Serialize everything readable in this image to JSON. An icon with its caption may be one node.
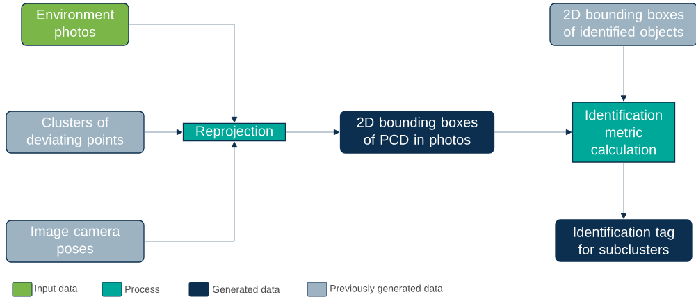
{
  "diagram": {
    "nodes": [
      {
        "text": [
          "Environment photos"
        ]
      },
      {
        "text": [
          "Clusters of deviating points"
        ]
      },
      {
        "text": [
          "Image camera poses"
        ]
      },
      {
        "text": [
          "Reprojection"
        ]
      },
      {
        "text": [
          "2D bounding boxes of PCD in photos"
        ]
      },
      {
        "text": [
          "2D bounding boxes of identified objects"
        ]
      },
      {
        "text": [
          "Identification metric calculation"
        ]
      },
      {
        "text": [
          "Identification tag for subclusters"
        ]
      }
    ],
    "edges": [
      {
        "from": 0,
        "to": 3,
        "arrow": "to"
      },
      {
        "from": 1,
        "to": 3,
        "arrow": "to"
      },
      {
        "from": 2,
        "to": 3,
        "arrow": "to"
      },
      {
        "from": 3,
        "to": 4,
        "arrow": "to"
      },
      {
        "from": 4,
        "to": 6,
        "arrow": "to"
      },
      {
        "from": 5,
        "to": 6,
        "arrow": "to"
      },
      {
        "from": 6,
        "to": 7,
        "arrow": "to"
      }
    ],
    "legend": [
      {
        "text": "Input data",
        "color": "#7ab648"
      },
      {
        "text": "Process",
        "color": "#00a89a"
      },
      {
        "text": "Generated data",
        "color": "#0d2f4f"
      },
      {
        "text": "Previously generated data",
        "color": "#9db3c2"
      }
    ]
  }
}
